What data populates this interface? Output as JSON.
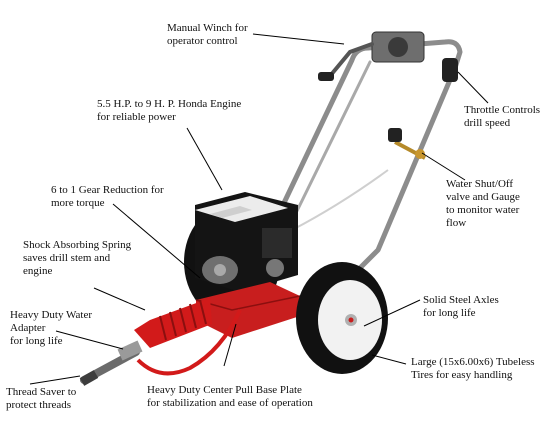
{
  "callouts": [
    {
      "id": "winch",
      "text": "Manual Winch for\noperator control"
    },
    {
      "id": "throttle",
      "text": "Throttle Controls\ndrill speed"
    },
    {
      "id": "engine",
      "text": "5.5  H.P. to  9 H. P. Honda Engine\nfor reliable power"
    },
    {
      "id": "gear",
      "text": "6 to 1 Gear Reduction for\nmore torque"
    },
    {
      "id": "water-valve",
      "text": "Water Shut/Off\nvalve and Gauge\nto monitor water\nflow"
    },
    {
      "id": "spring",
      "text": "Shock Absorbing Spring\nsaves drill stem and\nengine"
    },
    {
      "id": "axles",
      "text": "Solid Steel Axles\nfor long life"
    },
    {
      "id": "adapter",
      "text": "Heavy Duty Water\nAdapter\nfor long life"
    },
    {
      "id": "tires",
      "text": "Large  (15x6.00x6)  Tubeless\nTires for easy handling"
    },
    {
      "id": "thread-saver",
      "text": "Thread Saver to\nprotect threads"
    },
    {
      "id": "base-plate",
      "text": "Heavy Duty Center Pull Base Plate\nfor stabilization and ease of operation"
    }
  ],
  "colors": {
    "frame": "#8c8c8c",
    "engine_body": "#141414",
    "engine_cover": "#ececec",
    "engine_red": "#c81e1e",
    "tire": "#111111",
    "hub": "#f2f2f2",
    "hose": "#d21a1a",
    "leader": "#000000"
  }
}
